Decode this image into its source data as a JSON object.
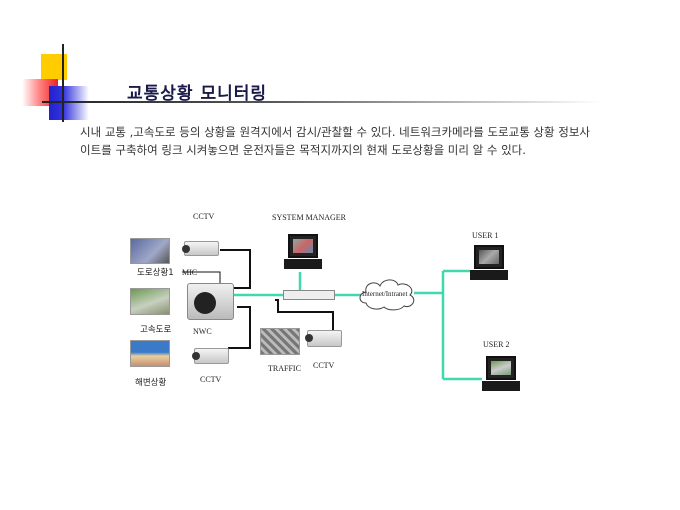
{
  "slide": {
    "title": "교통상황 모니터링",
    "body": "시내 교통 ,고속도로 등의 상황을 원격지에서 감시/관찰할 수 있다. 네트워크카메라를 도로교통 상황 정보사이트를 구축하여 링크 시켜놓으면 운전자들은 목적지까지의 현재 도로상황을 미리 알 수 있다."
  },
  "diagram": {
    "photo_labels": [
      "도로상황1",
      "고속도로",
      "해변상황"
    ],
    "cctv_top": "CCTV",
    "mic": "MIC",
    "nwc": "NWC",
    "cctv_bottom": "CCTV",
    "system_manager": "SYSTEM MANAGER",
    "network": "Internet/Intranet",
    "traffic": "TRAFFIC",
    "cctv_right": "CCTV",
    "user1": "USER 1",
    "user2": "USER 2",
    "colors": {
      "network_line": "#40d8b0",
      "cable": "#111111"
    }
  }
}
